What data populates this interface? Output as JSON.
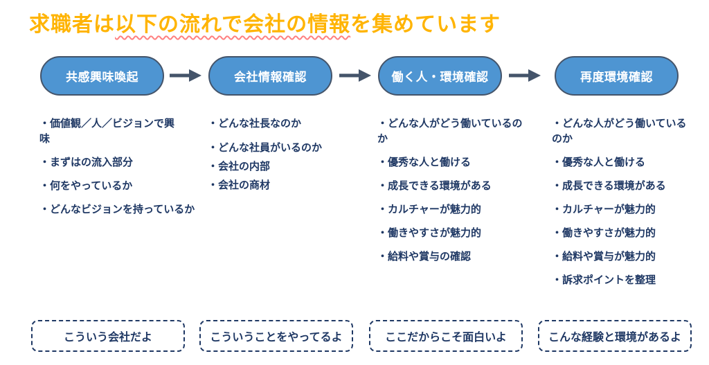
{
  "title": {
    "pre": "求職者は",
    "underlined": "以下の流れで会社の情報",
    "post": "を集めています"
  },
  "colors": {
    "title_text": "#FFB404",
    "title_underline": "#FF8080",
    "node_fill": "#4E95D2",
    "node_border": "#44546A",
    "arrow": "#44546A",
    "body_text": "#1F3864",
    "summary_border": "#1F3864",
    "background": "#FFFFFF"
  },
  "stages": [
    {
      "label": "共感興味喚起",
      "points": [
        "・価値観／人／ビジョンで興\n味",
        "・まずはの流入部分",
        "・何をやっているか",
        "・どんなビジョンを持っているか"
      ],
      "summary": "こういう会社だよ"
    },
    {
      "label": "会社情報確認",
      "points": [
        "・どんな社長なのか",
        "・どんな社員がいるのか",
        "・会社の内部",
        "・会社の商材"
      ],
      "summary": "こういうことをやってるよ"
    },
    {
      "label": "働く人・環境確認",
      "points": [
        "・どんな人がどう働いているの\nか",
        "・優秀な人と働ける",
        "・成長できる環境がある",
        "・カルチャーが魅力的",
        "・働きやすさが魅力的",
        "・給料や賞与の確認"
      ],
      "summary": "ここだからこそ面白いよ"
    },
    {
      "label": "再度環境確認",
      "points": [
        "・どんな人がどう働いている\nのか",
        "・優秀な人と働ける",
        "・成長できる環境がある",
        "・カルチャーが魅力的",
        "・働きやすさが魅力的",
        "・給料や賞与が魅力的",
        "・訴求ポイントを整理"
      ],
      "summary": "こんな経験と環境があるよ"
    }
  ]
}
